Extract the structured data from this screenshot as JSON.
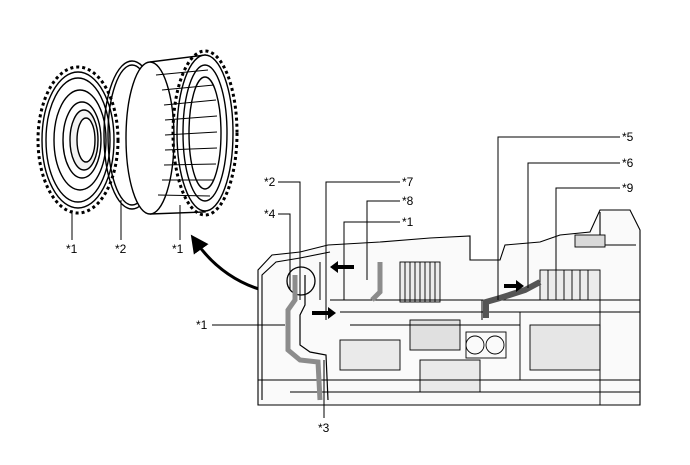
{
  "callouts": [
    {
      "id": "c1",
      "text": "*1"
    },
    {
      "id": "c2",
      "text": "*2"
    },
    {
      "id": "c3",
      "text": "*1"
    },
    {
      "id": "c4",
      "text": "*5"
    },
    {
      "id": "c5",
      "text": "*6"
    },
    {
      "id": "c6",
      "text": "*2"
    },
    {
      "id": "c7",
      "text": "*7"
    },
    {
      "id": "c8",
      "text": "*9"
    },
    {
      "id": "c9",
      "text": "*8"
    },
    {
      "id": "c10",
      "text": "*4"
    },
    {
      "id": "c11",
      "text": "*1"
    },
    {
      "id": "c12",
      "text": "*1"
    },
    {
      "id": "c13",
      "text": "*3"
    }
  ],
  "colors": {
    "line": "#000000",
    "background": "#ffffff",
    "housing_shade": "#d9d9d9",
    "highlight_gray": "#8c8c8c",
    "path_dark": "#555555"
  }
}
